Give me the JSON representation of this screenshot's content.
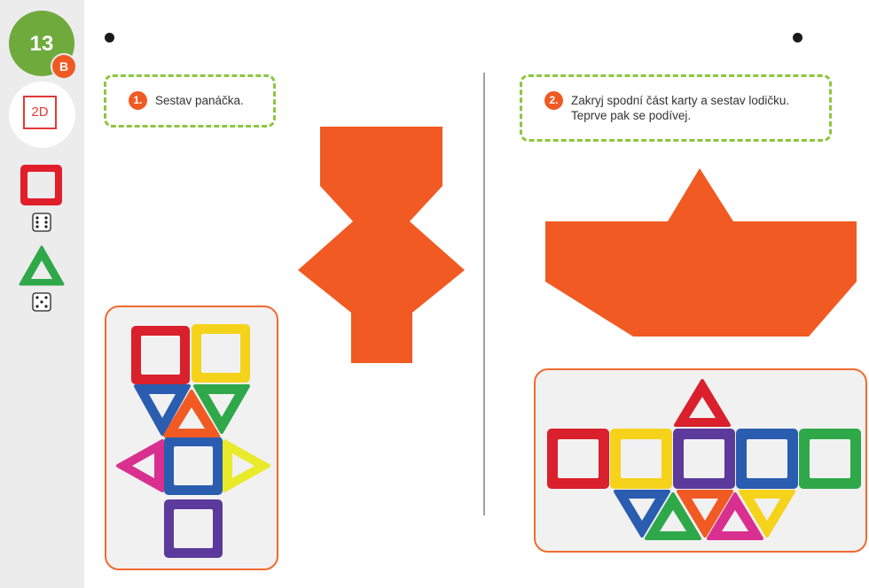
{
  "card": {
    "number": "13",
    "badge": "B",
    "mode": "2D"
  },
  "colors": {
    "orange": "#f15a22",
    "green": "#6fab3c",
    "dash": "#8dc63f"
  },
  "legend": [
    {
      "shape": "square-piece-icon",
      "dice": "dice-six-icon"
    },
    {
      "shape": "triangle-piece-icon",
      "dice": "dice-five-icon"
    }
  ],
  "tasks": [
    {
      "number": "1.",
      "text": "Sestav panáčka."
    },
    {
      "number": "2.",
      "text": "Zakryj spodní  část karty a sestav lodičku.\nTeprve pak se podívej."
    }
  ]
}
